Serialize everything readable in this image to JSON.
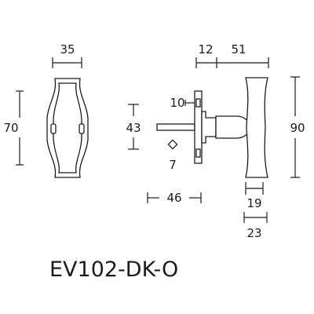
{
  "product_code": "EV102-DK-O",
  "dimensions": {
    "front_width": "35",
    "front_height": "70",
    "spindle_length": "43",
    "top_offset": "10",
    "spindle_square": "7",
    "projection_46": "46",
    "plate_depth": "12",
    "handle_depth": "51",
    "handle_height": "90",
    "handle_width_19": "19",
    "handle_width_23": "23"
  }
}
